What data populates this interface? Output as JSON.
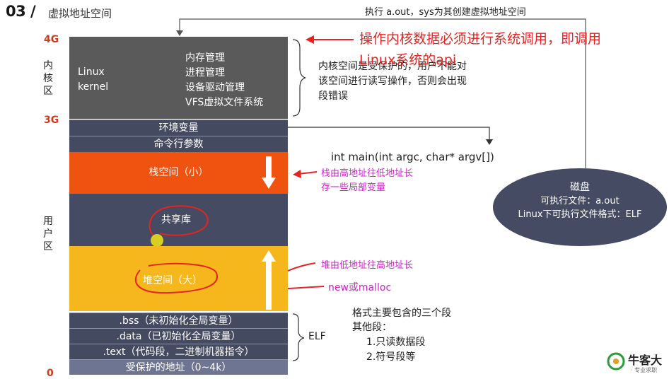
{
  "header": {
    "number": "03 /",
    "title": "虚拟地址空间"
  },
  "top_note": "执行 a.out，sys为其创建虚拟地址空间",
  "address_labels": {
    "top": "4G",
    "mid": "3G",
    "bottom": "0"
  },
  "region_labels": {
    "kernel": "内核区",
    "user": "用户区"
  },
  "kernel": {
    "left_line1": "Linux",
    "left_line2": "kernel",
    "items": [
      "内存管理",
      "进程管理",
      "设备驱动管理",
      "VFS虚拟文件系统"
    ],
    "brace_note": "内核空间是受保护的，用户不能对该空间进行读写操作，否则会出现段错误"
  },
  "annotation_kernel": {
    "line1": "操作内核数据必须进行系统调用，即调用",
    "line2": "Linux系统的api"
  },
  "segments": {
    "env": "环境变量",
    "cmdline": "命令行参数",
    "stack": "栈空间（小）",
    "shared": "共享库",
    "heap": "堆空间（大）",
    "bss": ".bss（未初始化全局变量）",
    "data": ".data（已初始化全局变量）",
    "text": ".text（代码段，二进制机器指令）",
    "protected": "受保护的地址（0~4k）"
  },
  "main_signature": "int main(int argc, char* argv[])",
  "stack_note": {
    "line1": "栈由高地址往低地址长",
    "line2": "存一些局部变量"
  },
  "heap_note": "堆由低地址往高地址长",
  "malloc_note": "new或malloc",
  "elf": {
    "label": "ELF",
    "line1": "格式主要包含的三个段",
    "line2": "其他段：",
    "line3": "1.只读数据段",
    "line4": "2.符号段等"
  },
  "disk": {
    "title": "磁盘",
    "line1": "可执行文件：a.out",
    "line2": "Linux下可执行文件格式：ELF"
  },
  "logo": {
    "text": "牛客大",
    "sub": "· 专业求职"
  },
  "colors": {
    "kernel": "#5a5a5a",
    "dark_segment": "#444a60",
    "stack": "#f0530f",
    "heap": "#f5b71b",
    "annotation_red": "#e8231f",
    "annotation_magenta": "#d21fd0"
  }
}
